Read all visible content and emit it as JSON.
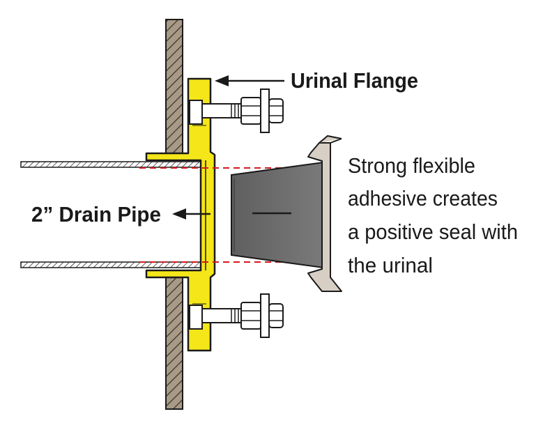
{
  "labels": {
    "flange": "Urinal Flange",
    "drain_pipe": "2” Drain Pipe",
    "seal_note": [
      "Strong flexible",
      "adhesive creates",
      "a positive seal with",
      "the urinal"
    ]
  },
  "colors": {
    "flange": "#f4e619",
    "outline": "#1a1a1a",
    "wall": "#8b7d6b",
    "gasket": "#6e6e6e",
    "guide_line": "#d6181e",
    "bolt": "#ffffff"
  },
  "icons": [
    "arrow-left-icon",
    "hex-bolt-icon"
  ]
}
